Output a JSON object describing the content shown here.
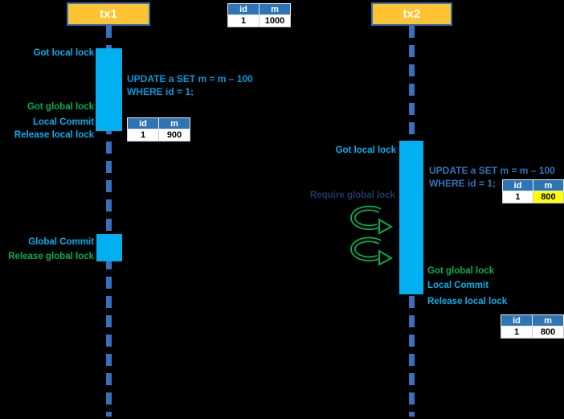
{
  "actors": {
    "tx1": "tx1",
    "tx2": "tx2"
  },
  "tx1": {
    "got_local_lock": "Got local lock",
    "got_global_lock": "Got global lock",
    "local_commit": "Local Commit",
    "release_local_lock": "Release local lock",
    "global_commit": "Global Commit",
    "release_global_lock": "Release global lock",
    "sql_line1": "UPDATE a SET m = m – 100",
    "sql_line2": "WHERE id = 1;"
  },
  "tx2": {
    "got_local_lock": "Got local lock",
    "require_global_lock": "Require global lock",
    "got_global_lock": "Got global lock",
    "local_commit": "Local Commit",
    "release_local_lock": "Release local lock",
    "sql_line1": "UPDATE a SET m = m – 100",
    "sql_line2": "WHERE id = 1;"
  },
  "tables": {
    "initial": {
      "headers": [
        "id",
        "m"
      ],
      "row": [
        "1",
        "1000"
      ]
    },
    "after_tx1": {
      "headers": [
        "id",
        "m"
      ],
      "row": [
        "1",
        "900"
      ]
    },
    "tx2_local": {
      "headers": [
        "id",
        "m"
      ],
      "row": [
        "1",
        "800"
      ],
      "highlighted_cell": "m"
    },
    "after_tx2": {
      "headers": [
        "id",
        "m"
      ],
      "row": [
        "1",
        "800"
      ]
    }
  },
  "icons": {
    "retry_arrow": "loop-arrow"
  },
  "colors": {
    "background": "#000000",
    "actor_fill": "#FFC233",
    "actor_border": "#2E75B6",
    "lifeline": "#3A6FC0",
    "activation": "#00B0F0",
    "label_cyan": "#00B0F0",
    "label_green": "#00B050",
    "sql_tx1": "#0098DF",
    "sql_tx2": "#2E75B6",
    "require_lock_text": "#1F3864",
    "table_header": "#2E75B6",
    "highlight_cell": "#FFFF00",
    "arrow_green": "#00B050"
  }
}
